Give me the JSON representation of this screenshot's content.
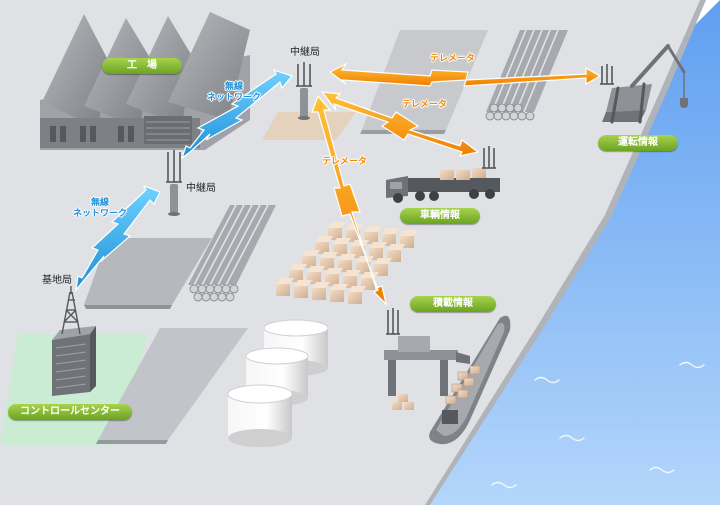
{
  "relays": {
    "top_label": "中継局",
    "mid_label": "中継局"
  },
  "base_station_label": "基地局",
  "wireless": {
    "upper": [
      "無線",
      "ネットワーク"
    ],
    "lower": [
      "無線",
      "ネットワーク"
    ]
  },
  "telemeter": {
    "crane": "テレメータ",
    "truck": "テレメータ",
    "ship": "テレメータ"
  },
  "badges": {
    "factory": "工　場",
    "operation": "運転情報",
    "vehicle": "車輌情報",
    "cargo": "積載情報",
    "control": "コントロールセンター"
  },
  "colors": {
    "ground": "#dfe1e4",
    "sea": "#8fbdf0",
    "wireless": "#1e8fd8",
    "telemeter": "#f39a00",
    "badge": "#7fb92f",
    "control_zone": "#c9ecd2"
  }
}
